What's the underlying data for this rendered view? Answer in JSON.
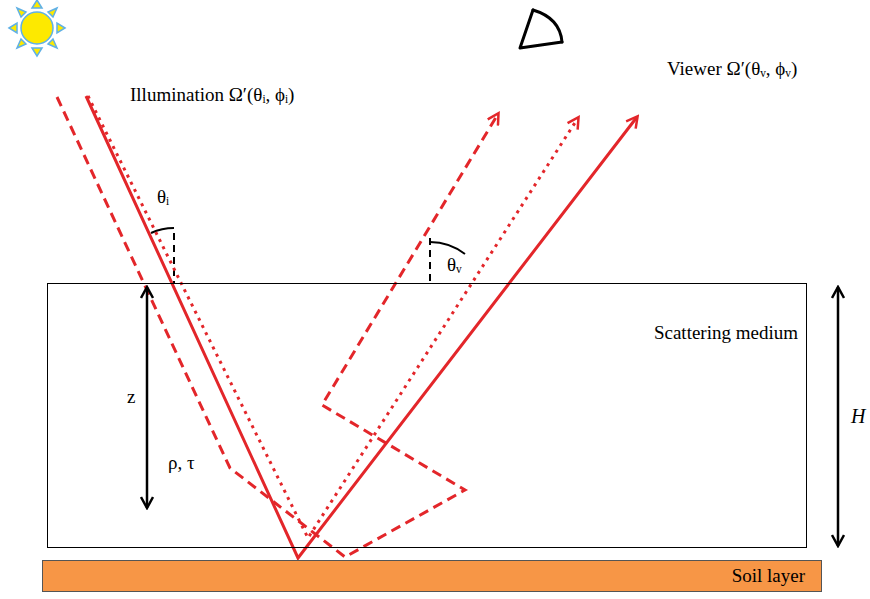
{
  "diagram": {
    "nodes": [
      {
        "text": [
          "Scattering medium"
        ]
      },
      {
        "text": [
          "Soil layer"
        ]
      }
    ],
    "labels": [
      "Illumination Ω′(θᵢ, ϕᵢ)",
      "Viewer Ω′(θᵥ, ϕᵥ)",
      "θᵢ",
      "θᵥ",
      "z",
      "ρ, τ",
      "H"
    ]
  }
}
